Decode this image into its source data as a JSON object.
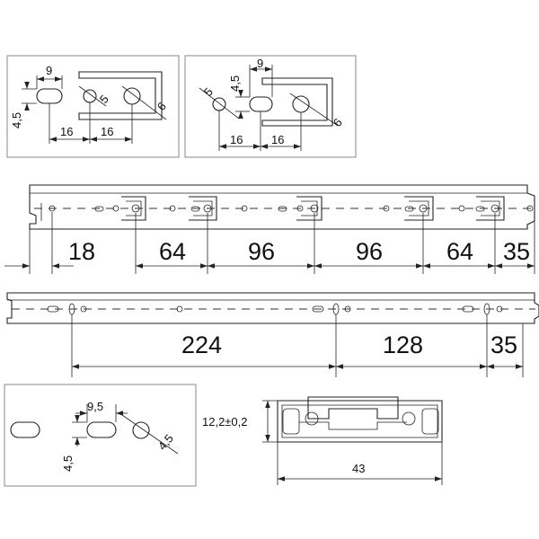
{
  "detail_top_left": {
    "d1": "9",
    "d2": "4,5",
    "d3": "5",
    "d4": "6",
    "d5": "16",
    "d6": "16"
  },
  "detail_top_right": {
    "d1": "9",
    "d2": "4,5",
    "d3": "5",
    "d4": "6",
    "d5": "16",
    "d6": "16"
  },
  "rail_top": {
    "d1": "18",
    "d2": "64",
    "d3": "96",
    "d4": "96",
    "d5": "64",
    "d6": "35"
  },
  "rail_bottom": {
    "d1": "224",
    "d2": "128",
    "d3": "35"
  },
  "detail_bottom_left": {
    "d1": "9,5",
    "d2": "4,5",
    "d3": "4,5"
  },
  "cross_section": {
    "height": "12,2±0,2",
    "width": "43"
  }
}
